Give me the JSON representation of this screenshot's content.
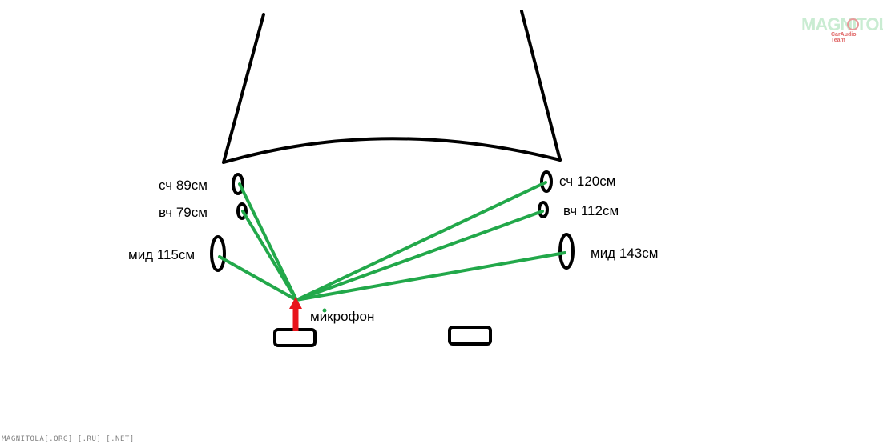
{
  "labels": {
    "left_mid_freq": "сч 89см",
    "left_tweeter": "вч 79см",
    "left_midbass": "мид 115см",
    "right_mid_freq": "сч 120см",
    "right_tweeter": "вч 112см",
    "right_midbass": "мид 143см",
    "microphone": "микрофон"
  },
  "watermark": {
    "logo_text": "MAGNITOLA",
    "logo_sub": "CarAudio Team",
    "footer": "MAGNITOLA[.ORG] [.RU] [.NET]"
  },
  "colors": {
    "outline": "#000000",
    "measure_line": "#22a84a",
    "microphone_arrow": "#e8141c",
    "logo_green": "#c9ecd2",
    "logo_red": "#e06666",
    "footer_text": "#7f7f7f"
  }
}
